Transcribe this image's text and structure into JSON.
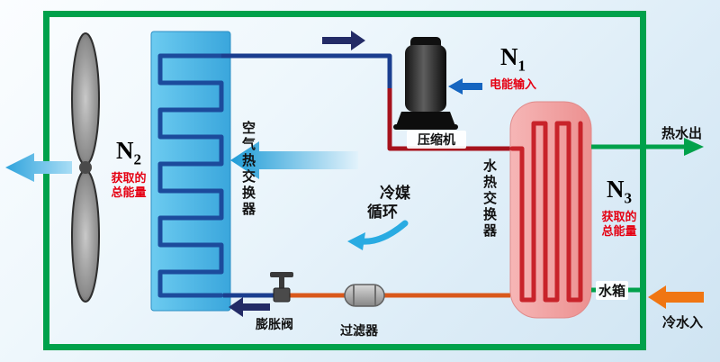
{
  "colors": {
    "frame_green": "#00A14B",
    "pipe_blue": "#1B3E8F",
    "pipe_red": "#A6121C",
    "pipe_orange": "#D9581B",
    "evaporator_coil": "#1C4B9C",
    "condenser_coil": "#C8232A",
    "navy_arrow": "#232B66",
    "lightblue_arrow": "#29ABE2",
    "n1_arrow_blue": "#1565C0",
    "cold_water_orange": "#F07613",
    "label_red": "#E50012"
  },
  "labels": {
    "n1": {
      "symbol": "N",
      "sub": "1",
      "desc": "电能输入"
    },
    "n2": {
      "symbol": "N",
      "sub": "2",
      "desc1": "获取的",
      "desc2": "总能量"
    },
    "n3": {
      "symbol": "N",
      "sub": "3",
      "desc1": "获取的",
      "desc2": "总能量"
    },
    "air_heat_exchanger": "空气热交换器",
    "water_heat_exchanger": "水热交换器",
    "refrigerant_cycle_line1": "冷媒",
    "refrigerant_cycle_line2": "循环",
    "compressor": "压缩机",
    "expansion_valve": "膨胀阀",
    "filter": "过滤器",
    "hot_water_out": "热水出",
    "water_tank": "水箱",
    "cold_water_in": "冷水入"
  }
}
